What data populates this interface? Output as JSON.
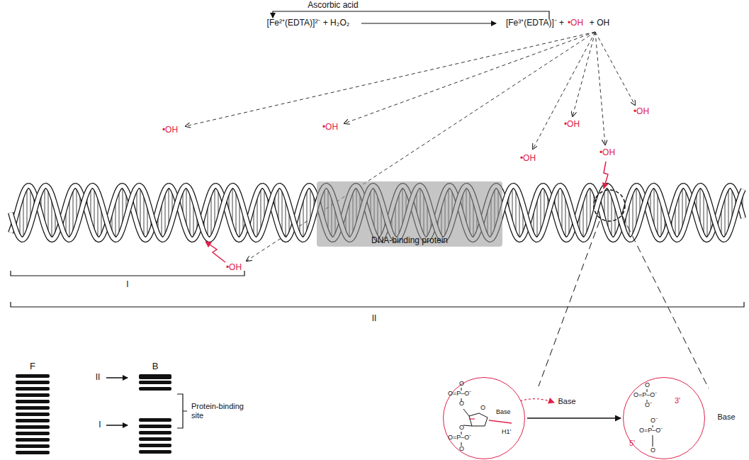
{
  "diagram": {
    "nodes": [
      {
        "text": [
          "DNA-binding protein"
        ]
      },
      {
        "text": [
          "O",
          "O=P–O⁻",
          "O",
          "O",
          "Base",
          "H1'",
          "O",
          "O=P–O⁻",
          "O"
        ]
      },
      {
        "text": [
          "O",
          "O=P–O⁻",
          "O⁻",
          "3'",
          "O⁻",
          "O=P–O⁻",
          "5'",
          "O"
        ]
      }
    ],
    "edges": [
      {
        "from": 1,
        "to": 2,
        "arrow": "to"
      }
    ],
    "labels": [
      "Ascorbic acid",
      "[Fe²⁺(EDTA)]²⁻ + H₂O₂",
      "[Fe³⁺(EDTA)]⁻ +",
      "•OH",
      "+ OH",
      "•OH",
      "•OH",
      "•OH",
      "•OH",
      "•OH",
      "•OH",
      "•OH",
      "I",
      "II",
      "F",
      "B",
      "II",
      "I",
      "Protein-binding site",
      "Base",
      "Base"
    ]
  }
}
